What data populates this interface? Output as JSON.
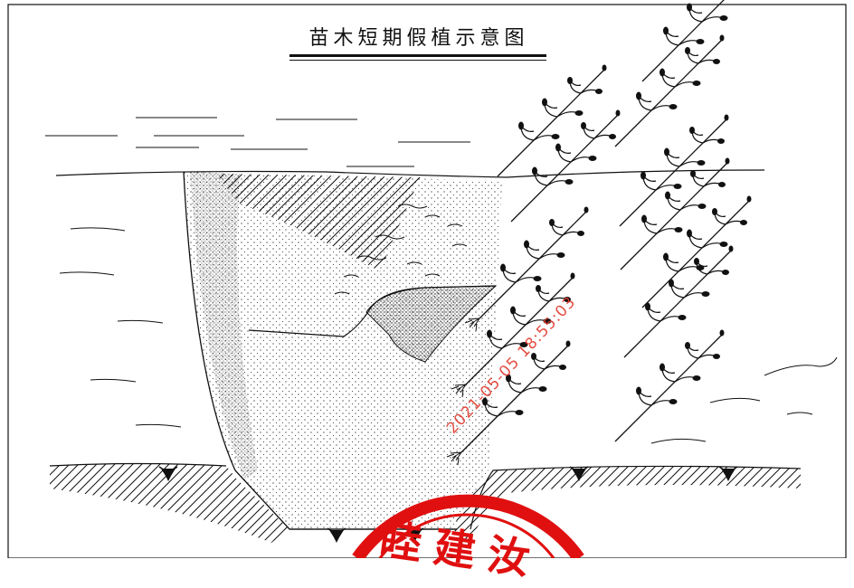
{
  "diagram": {
    "title": "苗木短期假植示意图"
  },
  "watermark": {
    "timestamp": "2021-05-05 18:55:03"
  },
  "stamp": {
    "visible_text": "睦建汝",
    "color": "#e01010"
  },
  "icons": {
    "seedling": "seedling-icon",
    "root": "root-icon",
    "grass_tuft": "grass-tuft-icon"
  }
}
